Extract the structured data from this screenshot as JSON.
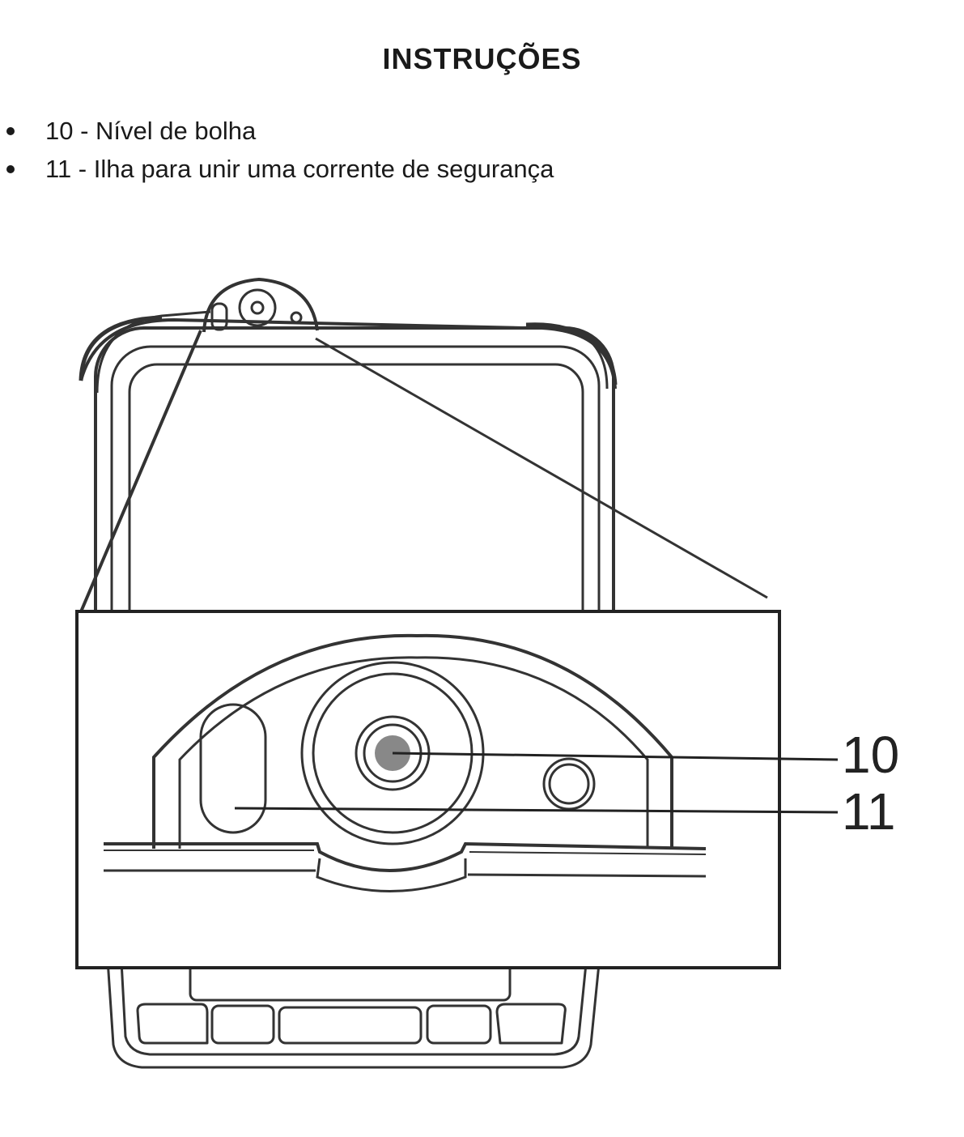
{
  "document": {
    "title": "INSTRUÇÕES",
    "items": [
      "10 -  Nível de bolha",
      "11 - Ilha para unir uma corrente de segurança"
    ]
  },
  "figure": {
    "callouts": [
      "10",
      "11"
    ]
  }
}
